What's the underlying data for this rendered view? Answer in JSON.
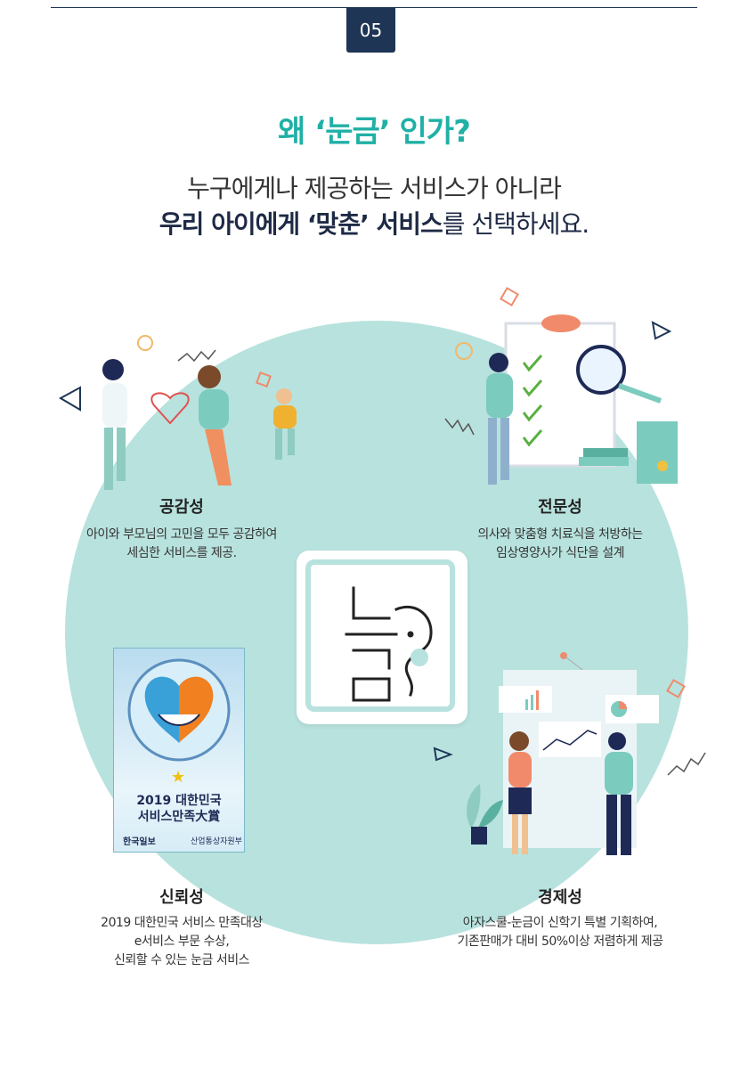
{
  "header": {
    "number": "05"
  },
  "headline": {
    "title": "왜 ‘눈금’ 인가?",
    "line1": "누구에게나 제공하는 서비스가 아니라",
    "line2_bold": "우리 아이에게 ‘맞춘’ 서비스",
    "line2_rest": "를 선택하세요."
  },
  "features": {
    "empathy": {
      "title": "공감성",
      "desc1": "아이와 부모님의 고민을 모두 공감하여",
      "desc2": "세심한 서비스를 제공."
    },
    "expertise": {
      "title": "전문성",
      "desc1": "의사와 맞춤형 치료식을 처방하는",
      "desc2": "임상영양사가 식단을 설계"
    },
    "trust": {
      "title": "신뢰성",
      "desc1": "2019 대한민국 서비스 만족대상",
      "desc2": "e서비스 부문 수상,",
      "desc3": "신뢰할 수 있는 눈금 서비스"
    },
    "economy": {
      "title": "경제성",
      "desc1": "아자스쿨-눈금이 신학기 특별 기획하여,",
      "desc2": "기존판매가 대비 50%이상 저렴하게 제공"
    }
  },
  "award": {
    "year": "2019 대한민국",
    "name": "서비스만족大賞",
    "org1": "한국일보",
    "org2": "산업통상자원부"
  },
  "colors": {
    "accent": "#1fb0a6",
    "navy": "#1e3555",
    "circle": "#b8e2de"
  }
}
